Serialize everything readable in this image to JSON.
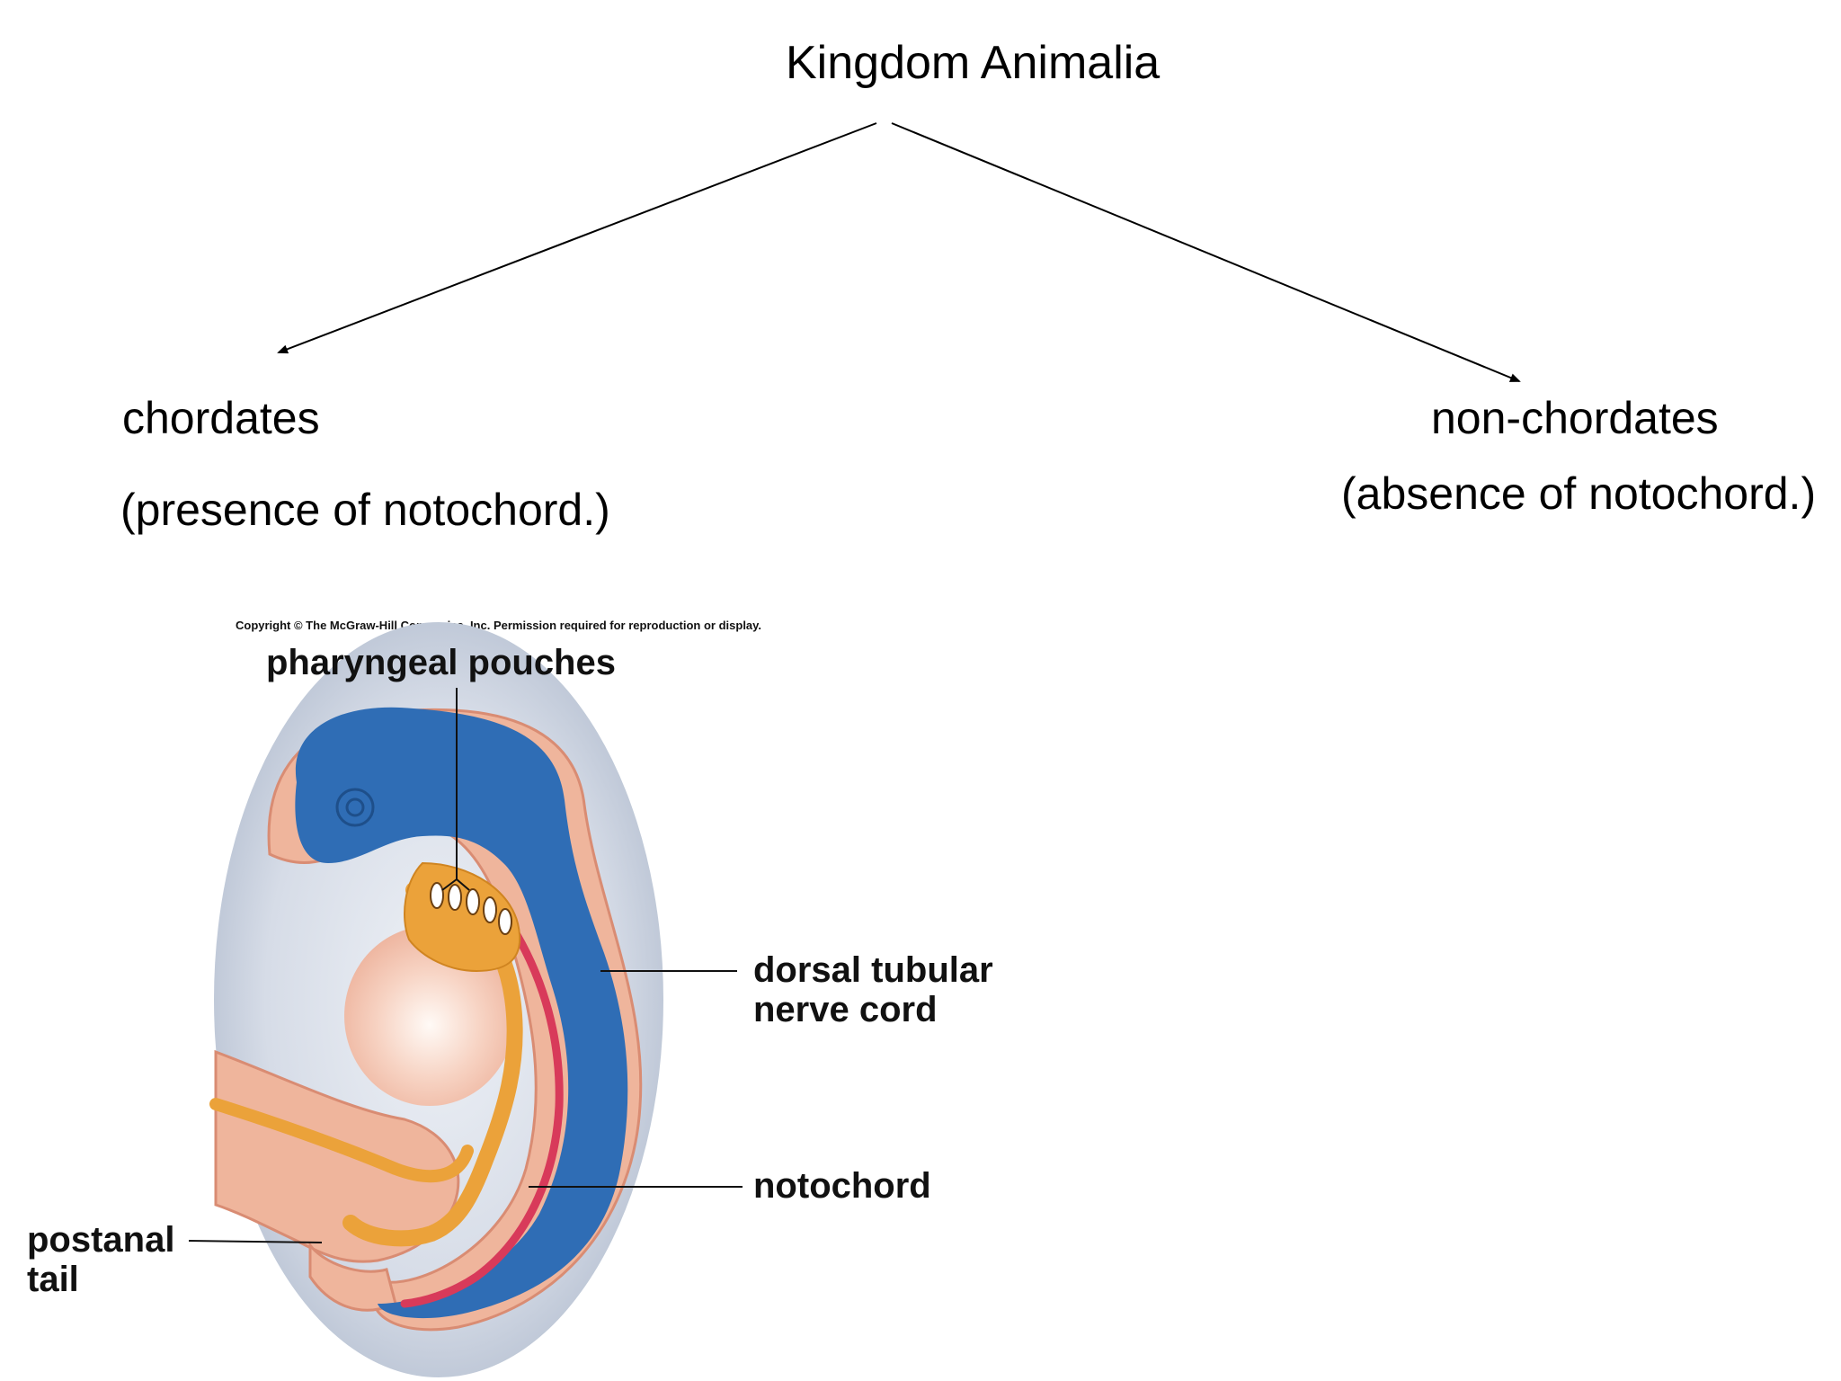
{
  "title": "Kingdom Animalia",
  "left_branch": {
    "label": "chordates",
    "note": "(presence of notochord.)"
  },
  "right_branch": {
    "label": "non-chordates",
    "note": "(absence of notochord.)"
  },
  "figure": {
    "copyright": "Copyright © The McGraw-Hill Companies, Inc. Permission required for reproduction or display.",
    "labels": {
      "pharyngeal_pouches": "pharyngeal pouches",
      "dorsal_line1": "dorsal tubular",
      "dorsal_line2": "nerve cord",
      "notochord": "notochord",
      "postanal_line1": "postanal",
      "postanal_line2": "tail"
    }
  },
  "colors": {
    "nerve_cord_blue": "#2f6db5",
    "notochord_red": "#d83a5a",
    "tissue_pink": "#efb59c",
    "gut_orange": "#eba23a",
    "egg_grey": "#c9d2e0"
  }
}
